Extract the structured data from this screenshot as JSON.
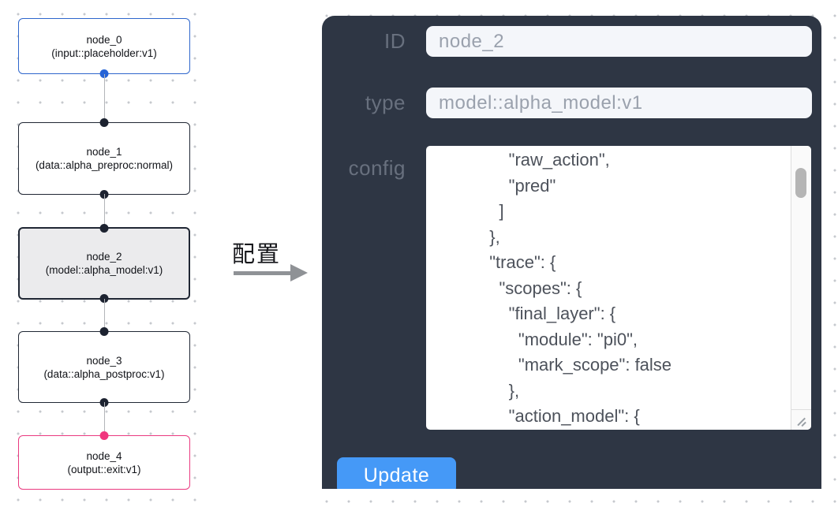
{
  "flow": {
    "nodes": [
      {
        "name": "node_0",
        "type_label": "(input::placeholder:v1)",
        "kind": "input",
        "border_color": "#2e66cc"
      },
      {
        "name": "node_1",
        "type_label": "(data::alpha_preproc:normal)",
        "kind": "default",
        "border_color": "#202734"
      },
      {
        "name": "node_2",
        "type_label": "(model::alpha_model:v1)",
        "kind": "selected",
        "border_color": "#202734"
      },
      {
        "name": "node_3",
        "type_label": "(data::alpha_postproc:v1)",
        "kind": "default",
        "border_color": "#202734"
      },
      {
        "name": "node_4",
        "type_label": "(output::exit:v1)",
        "kind": "output",
        "border_color": "#ea3a80"
      }
    ]
  },
  "annotation": {
    "label": "配置"
  },
  "panel": {
    "id_field": {
      "label": "ID",
      "value": "node_2"
    },
    "type_field": {
      "label": "type",
      "value": "model::alpha_model:v1"
    },
    "config_field": {
      "label": "config",
      "value": "      \"raw_action\",\n      \"pred\"\n    ]\n  },\n  \"trace\": {\n    \"scopes\": {\n      \"final_layer\": {\n        \"module\": \"pi0\",\n        \"mark_scope\": false\n      },\n      \"action_model\": {"
    },
    "update_label": "Update"
  },
  "colors": {
    "panel_background": "#2e3644",
    "accent_button": "#4599f7",
    "node_input_border": "#2e66cc",
    "node_output_border": "#ea3a80",
    "selected_node_background": "#ebebed",
    "port_default": "#1c2230",
    "port_input": "#2563d6",
    "port_output": "#f0367e"
  }
}
